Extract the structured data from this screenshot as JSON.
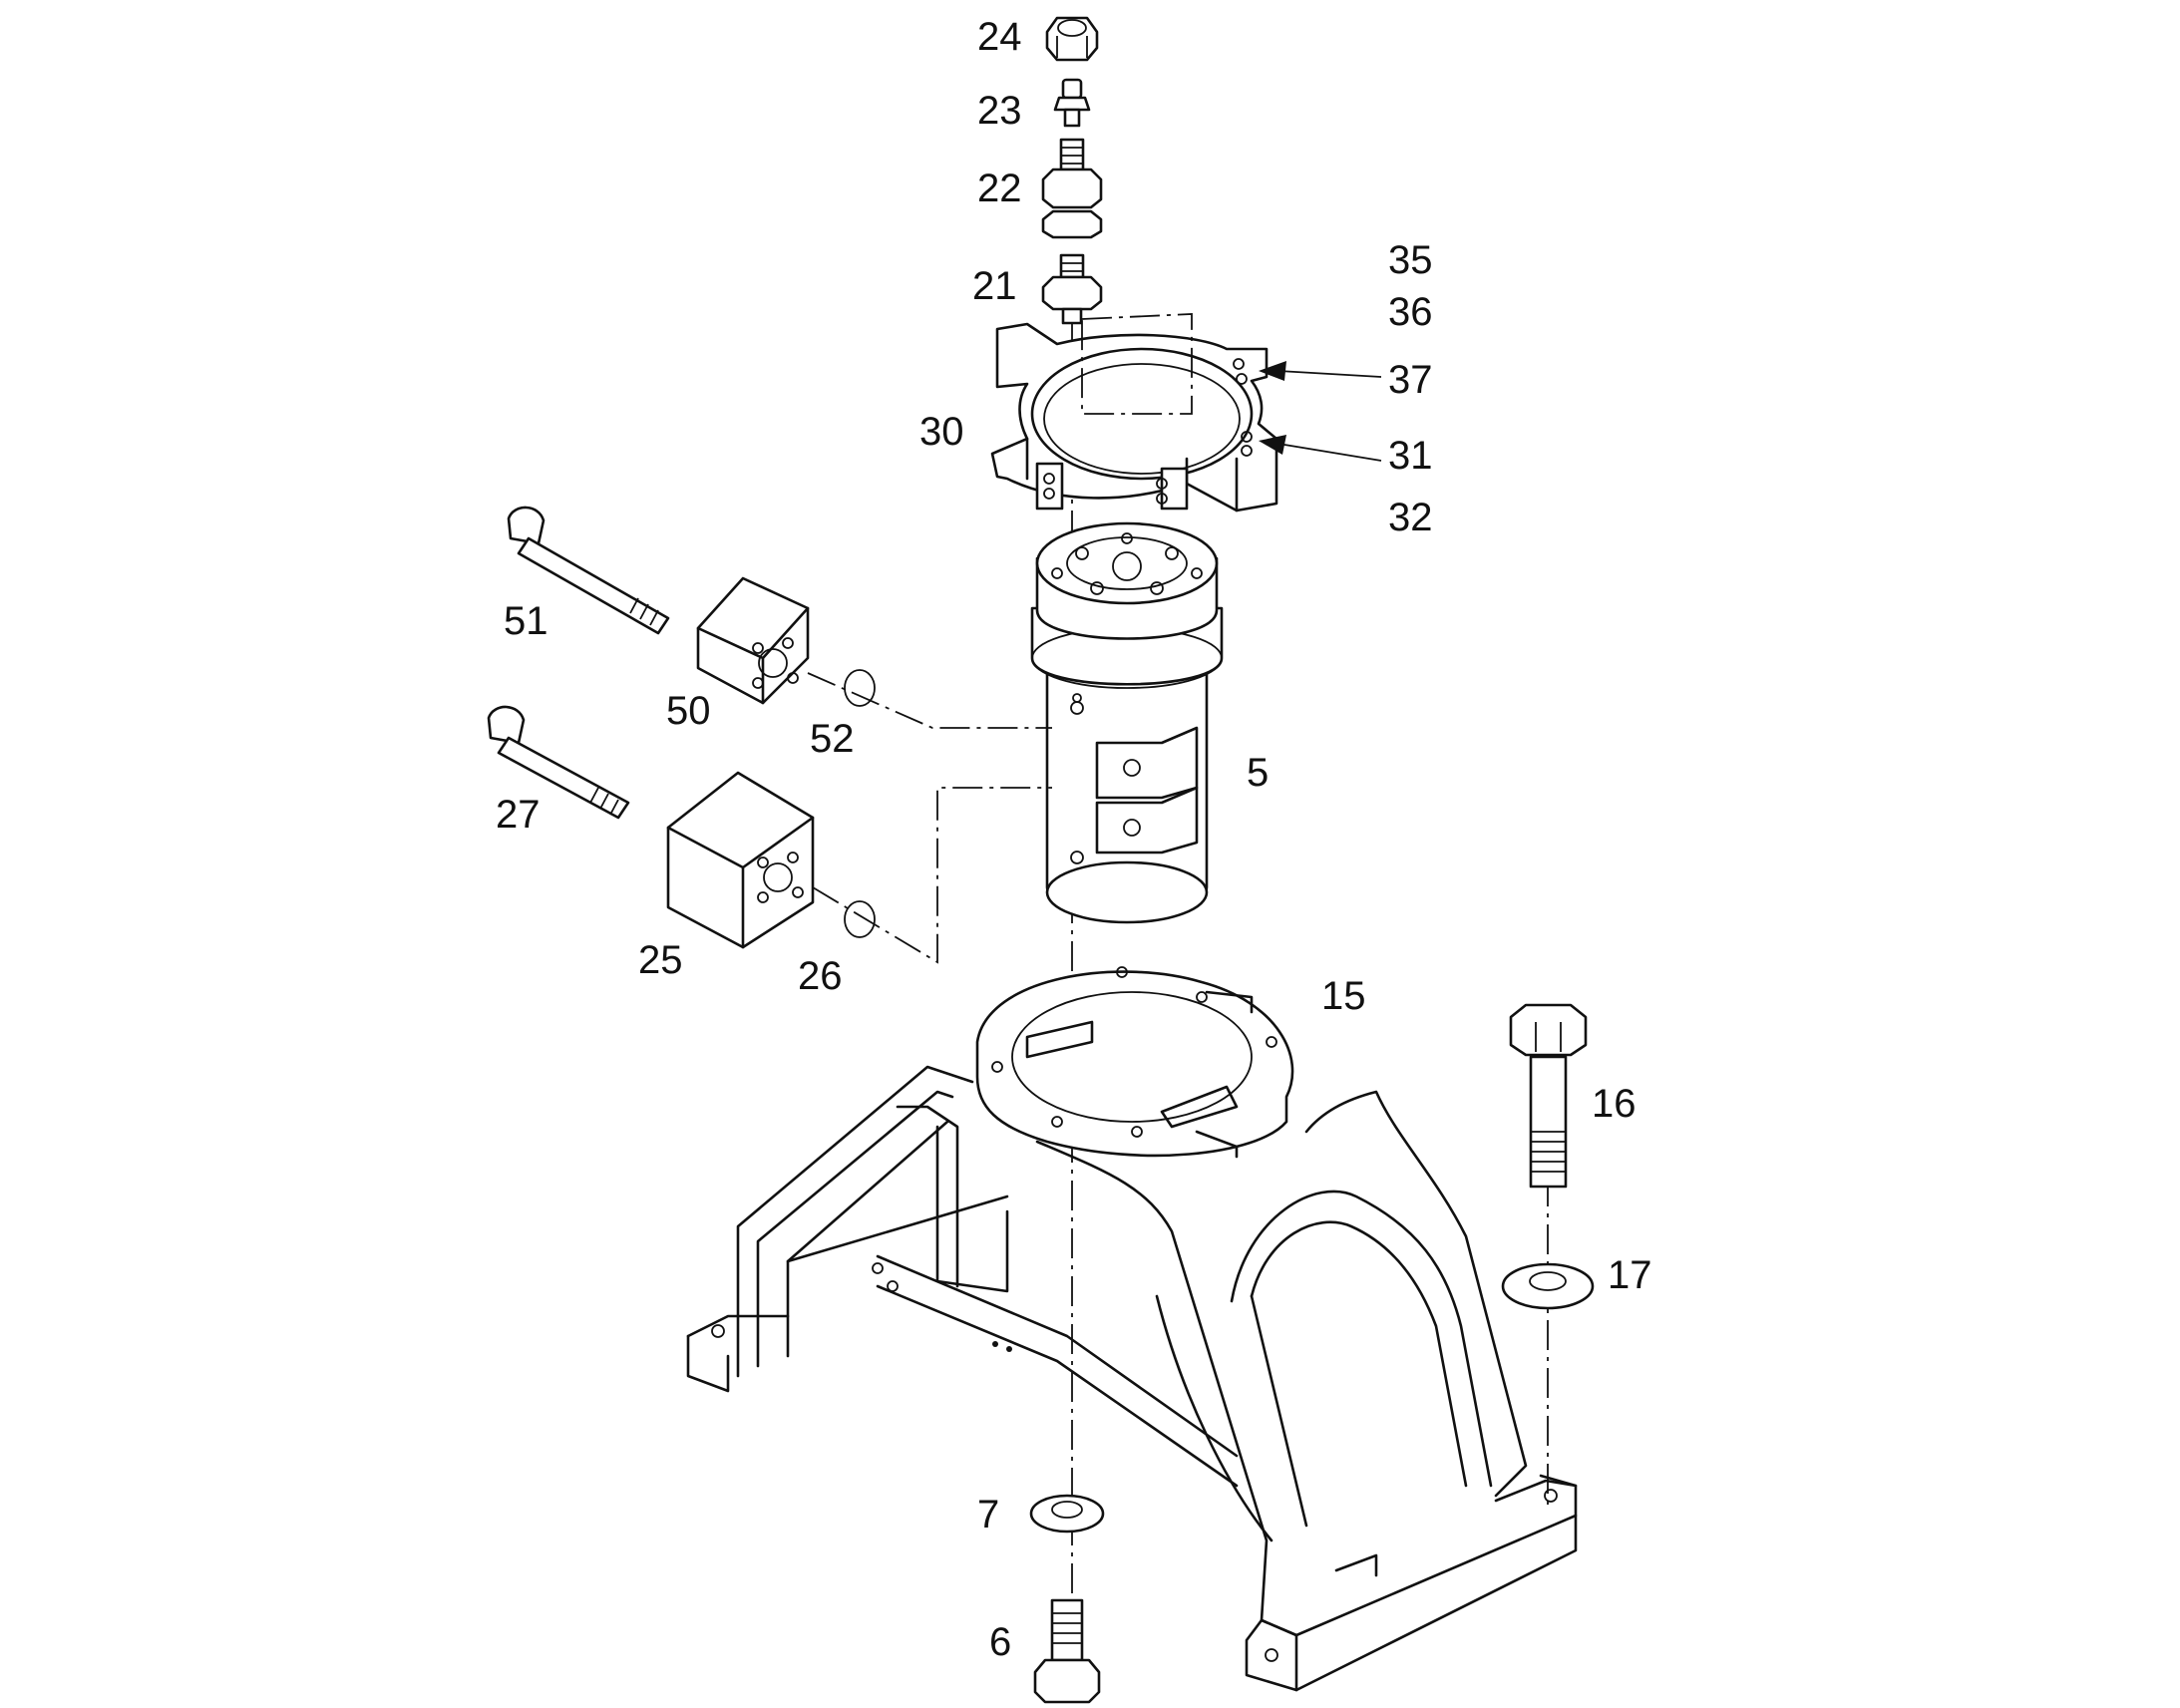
{
  "callouts": {
    "p24": "24",
    "p23": "23",
    "p22": "22",
    "p21": "21",
    "p35": "35",
    "p36": "36",
    "p37": "37",
    "p30": "30",
    "p31": "31",
    "p32": "32",
    "p51": "51",
    "p50": "50",
    "p52": "52",
    "p5": "5",
    "p27": "27",
    "p25": "25",
    "p26": "26",
    "p15": "15",
    "p16": "16",
    "p17": "17",
    "p7": "7",
    "p6": "6"
  }
}
